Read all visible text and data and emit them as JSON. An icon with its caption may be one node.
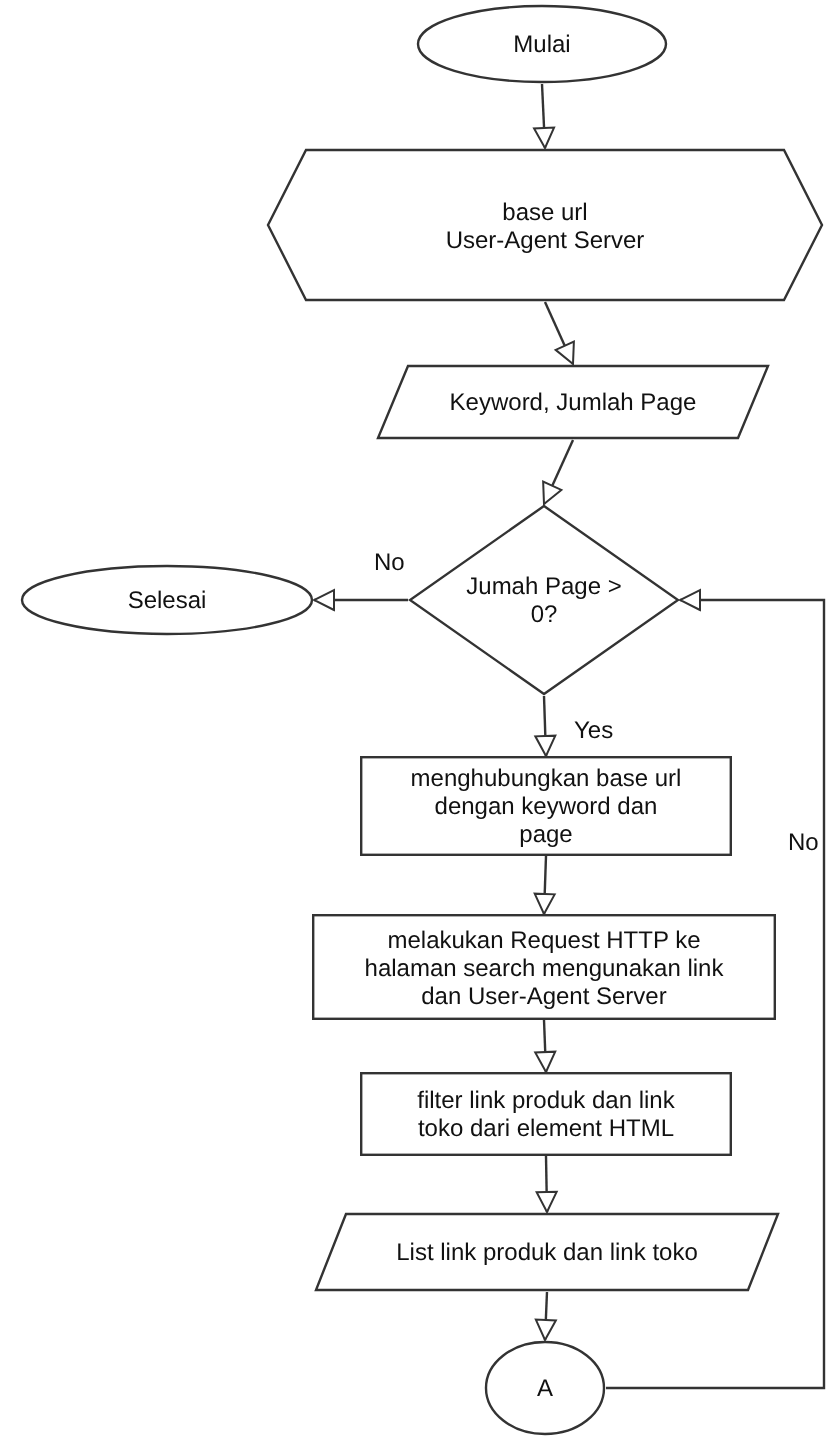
{
  "diagram": {
    "nodes": [
      {
        "text": [
          "Mulai"
        ]
      },
      {
        "text": [
          "base url",
          "User-Agent Server"
        ]
      },
      {
        "text": [
          "Keyword, Jumlah Page"
        ]
      },
      {
        "text": [
          "Jumah Page > 0?"
        ]
      },
      {
        "text": [
          "Selesai"
        ]
      },
      {
        "text": [
          "menghubungkan base url dengan keyword dan page"
        ]
      },
      {
        "text": [
          "melakukan Request HTTP ke halaman search mengunakan link dan User-Agent Server"
        ]
      },
      {
        "text": [
          "filter link produk dan link toko dari element HTML"
        ]
      },
      {
        "text": [
          "List link produk dan link toko"
        ]
      },
      {
        "text": [
          "A"
        ]
      }
    ],
    "edges": [
      {
        "from": 0,
        "to": 1,
        "arrow": "to"
      },
      {
        "from": 1,
        "to": 2,
        "arrow": "to"
      },
      {
        "from": 2,
        "to": 3,
        "arrow": "to"
      },
      {
        "from": 3,
        "to": 4,
        "arrow": "to",
        "label": "No"
      },
      {
        "from": 3,
        "to": 5,
        "arrow": "to",
        "label": "Yes"
      },
      {
        "from": 5,
        "to": 6,
        "arrow": "to"
      },
      {
        "from": 6,
        "to": 7,
        "arrow": "to"
      },
      {
        "from": 7,
        "to": 8,
        "arrow": "to"
      },
      {
        "from": 8,
        "to": 9,
        "arrow": "to"
      },
      {
        "from": 9,
        "to": 3,
        "arrow": "to",
        "label": "No"
      }
    ]
  }
}
